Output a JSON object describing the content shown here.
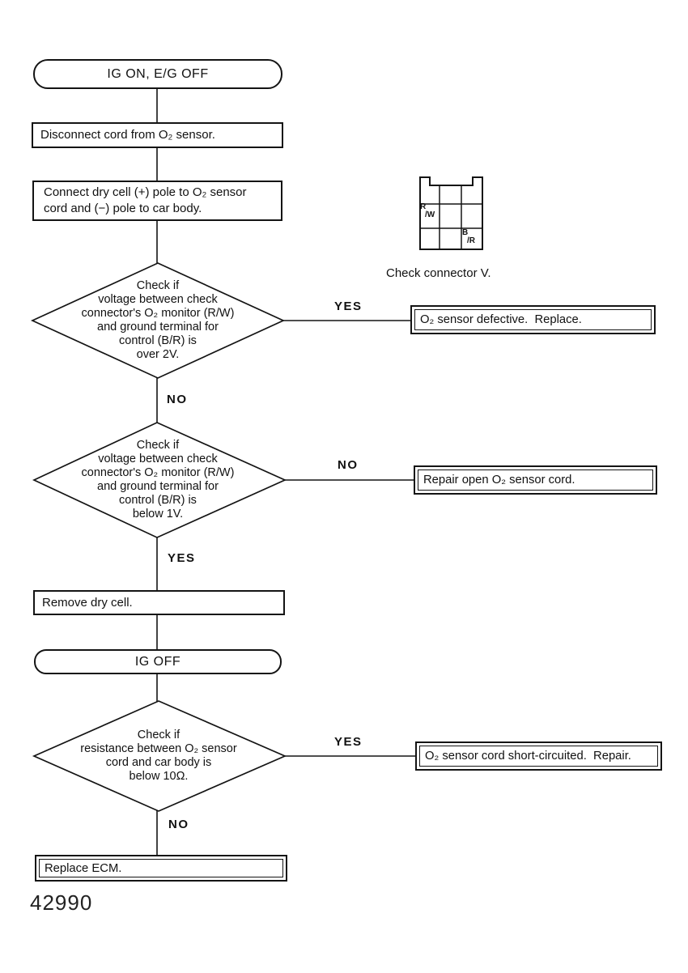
{
  "figure_number": "42990",
  "connector_diagram": {
    "caption": "Check connector V.",
    "rw_terminal": {
      "line1": "R",
      "line2": "/W"
    },
    "br_terminal": {
      "line1": "B",
      "line2": "/R"
    }
  },
  "flowchart": {
    "start_terminal": "IG ON, E/G OFF",
    "step_disconnect": "Disconnect cord from O₂ sensor.",
    "step_connect": "Connect dry cell (+) pole to O₂ sensor\ncord and (−) pole to car body.",
    "decision_over_2v": "Check if\nvoltage between check\nconnector's O₂ monitor (R/W)\nand ground terminal for\ncontrol (B/R) is\nover 2V.",
    "branch_yes_1": "YES",
    "result_sensor_defective": "O₂ sensor defective.  Replace.",
    "branch_no_1": "NO",
    "decision_below_1v": "Check if\nvoltage between check\nconnector's O₂ monitor (R/W)\nand ground terminal for\ncontrol (B/R) is\nbelow 1V.",
    "branch_no_2": "NO",
    "result_repair_open": "Repair open O₂ sensor cord.",
    "branch_yes_2": "YES",
    "step_remove": "Remove dry cell.",
    "ig_off_terminal": "IG OFF",
    "decision_resistance": "Check if\nresistance between O₂ sensor\ncord and car body is\nbelow 10Ω.",
    "branch_yes_3": "YES",
    "result_short_circuit": "O₂ sensor cord short-circuited.  Repair.",
    "branch_no_3": "NO",
    "result_replace_ecm": "Replace ECM."
  }
}
